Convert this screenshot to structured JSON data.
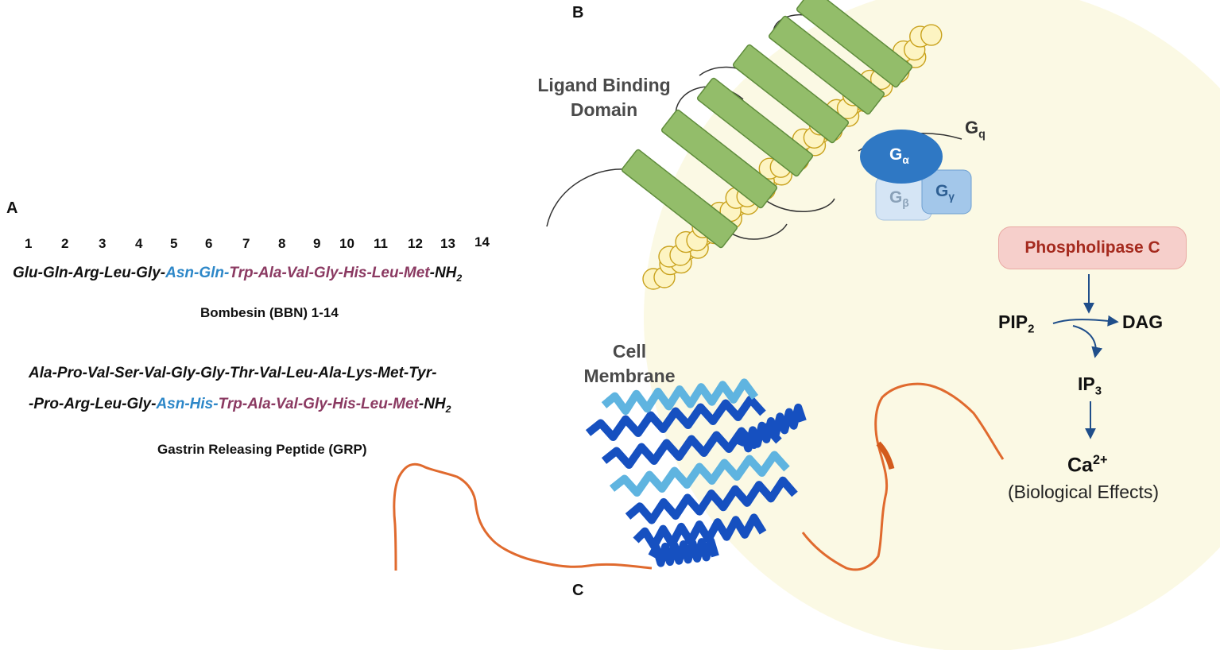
{
  "panels": {
    "a": "A",
    "b": "B",
    "c": "C"
  },
  "numbering": [
    "1",
    "2",
    "3",
    "4",
    "5",
    "6",
    "7",
    "8",
    "9",
    "10",
    "11",
    "12",
    "13",
    "14"
  ],
  "bombesin": {
    "segments": [
      {
        "text": "Glu-Gln-Arg-Leu-Gly-",
        "style": "black"
      },
      {
        "text": "Asn-Gln-",
        "style": "blue"
      },
      {
        "text": "Trp-Ala-Val-Gly-His-Leu-Met",
        "style": "purple"
      },
      {
        "text": "-NH",
        "style": "black"
      }
    ],
    "nh_sub": "2",
    "caption": "Bombesin (BBN) 1-14"
  },
  "grp": {
    "line1": "Ala-Pro-Val-Ser-Val-Gly-Gly-Thr-Val-Leu-Ala-Lys-Met-Tyr-",
    "line2_segments": [
      {
        "text": "-Pro-Arg-Leu-Gly-",
        "style": "black"
      },
      {
        "text": "Asn-His-",
        "style": "blue"
      },
      {
        "text": "Trp-Ala-Val-Gly-His-Leu-Met",
        "style": "purple"
      },
      {
        "text": "-NH",
        "style": "black"
      }
    ],
    "nh_sub": "2",
    "caption": "Gastrin Releasing Peptide (GRP)"
  },
  "labels": {
    "ligand_binding_1": "Ligand Binding",
    "ligand_binding_2": "Domain",
    "cell_membrane_1": "Cell",
    "cell_membrane_2": "Membrane"
  },
  "gprotein": {
    "gq": "G",
    "gq_sub": "q",
    "g_alpha": "G",
    "g_alpha_sub": "α",
    "g_beta": "G",
    "g_beta_sub": "β",
    "g_gamma": "G",
    "g_gamma_sub": "γ"
  },
  "pathway": {
    "plc": "Phospholipase C",
    "pip": "PIP",
    "pip_sub": "2",
    "dag": "DAG",
    "ip": "IP",
    "ip_sub": "3",
    "ca": "Ca",
    "ca_sup": "2+",
    "effects": "(Biological Effects)"
  },
  "colors": {
    "cell_bg": "#fbf9e4",
    "helix_green": "#93bd6a",
    "lipid_yellow": "#fdf4c2",
    "g_alpha": "#2f78c4",
    "g_beta": "#d5e5f5",
    "g_gamma": "#a3c7ea",
    "plc_bg": "#f6cfcb",
    "arrow": "#1f4e8a",
    "seq_blue": "#2d87c8",
    "seq_purple": "#8b3a62"
  }
}
